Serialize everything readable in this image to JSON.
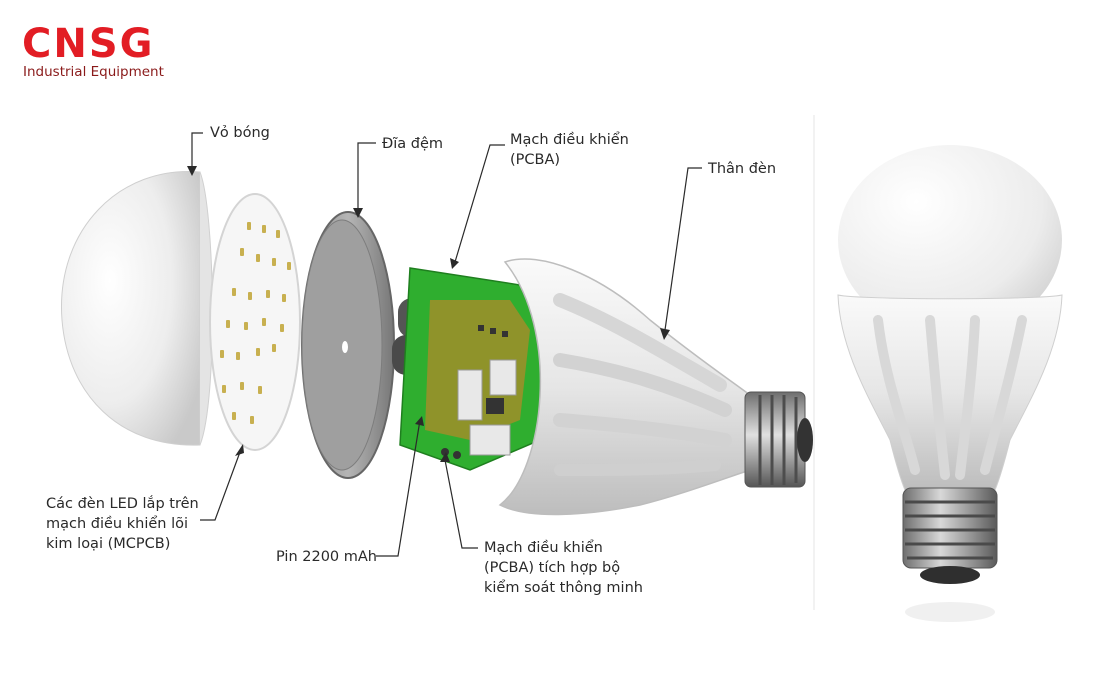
{
  "logo": {
    "brand": "CNSG",
    "tagline": "Industrial Equipment",
    "brand_color": "#e21d24"
  },
  "labels": {
    "cover": "Vỏ bóng",
    "gasket": "Đĩa đệm",
    "pcba_top_1": "Mạch điều khiển",
    "pcba_top_2": "(PCBA)",
    "body": "Thân đèn",
    "leds_1": "Các đèn LED lắp trên",
    "leds_2": "mạch điều khiển lõi",
    "leds_3": "kim loại (MCPCB)",
    "battery": "Pin 2200 mAh",
    "pcba_bottom_1": "Mạch điều khiển",
    "pcba_bottom_2": "(PCBA) tích hợp bộ",
    "pcba_bottom_3": "kiểm soát thông minh"
  },
  "colors": {
    "pcb_green": "#2fae2f",
    "line": "#2a2a2a",
    "bulb_white": "#f3f3f3",
    "base_metal": "#9a9a9a"
  }
}
